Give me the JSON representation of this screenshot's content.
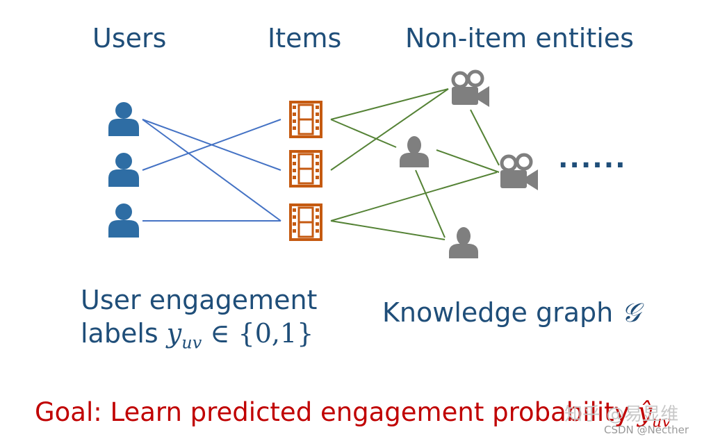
{
  "headers": {
    "users": "Users",
    "items": "Items",
    "entities": "Non-item entities"
  },
  "labels": {
    "engagement_line1": "User engagement",
    "engagement_line2_prefix": "labels ",
    "engagement_symbol": "y",
    "engagement_subscript": "uv",
    "engagement_set": " ∈ {0,1}",
    "kg_text": "Knowledge graph ",
    "kg_symbol": "𝒢",
    "ellipsis": "......"
  },
  "goal": {
    "text": "Goal: Learn predicted engagement probability ",
    "symbol": "ŷ",
    "subscript": "uv"
  },
  "watermarks": {
    "zhihu": "知乎 @易显维",
    "csdn": "CSDN @Necther"
  },
  "colors": {
    "user_icon": "#2e6da4",
    "item_icon": "#c55a11",
    "entity_icon": "#7f7f7f",
    "user_item_edge": "#4472c4",
    "kg_edge": "#548235",
    "header_text": "#1f4e79",
    "goal_text": "#c00000"
  },
  "icons": {
    "users": [
      "person-icon",
      "person-icon",
      "person-icon"
    ],
    "items": [
      "film-icon",
      "film-icon",
      "film-icon"
    ],
    "entities": [
      "movie-camera-icon",
      "person-icon",
      "movie-camera-icon",
      "person-icon"
    ]
  }
}
